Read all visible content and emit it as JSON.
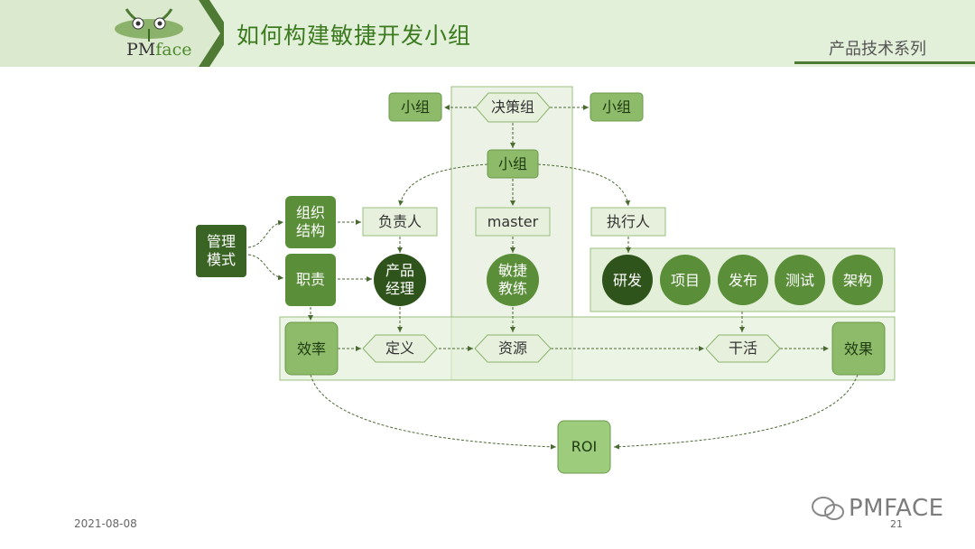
{
  "header": {
    "title": "如何构建敏捷开发小组",
    "series": "产品技术系列",
    "logo": {
      "pm": "PM",
      "face": "face"
    }
  },
  "footer": {
    "date": "2021-08-08",
    "page": "21",
    "watermark": "PMFACE"
  },
  "diagram": {
    "top_left": "小组",
    "top_center": "决策组",
    "top_right": "小组",
    "hub": "小组",
    "org": "组织\n结构",
    "mgmt": "管理\n模式",
    "duty": "职责",
    "owner": "负责人",
    "master": "master",
    "executor": "执行人",
    "pm_circle": "产品\n经理",
    "agile_circle": "敏捷\n教练",
    "exec_circles": [
      "研发",
      "项目",
      "发布",
      "测试",
      "架构"
    ],
    "efficiency": "效率",
    "define": "定义",
    "resource": "资源",
    "work": "干活",
    "result": "效果",
    "roi": "ROI"
  }
}
